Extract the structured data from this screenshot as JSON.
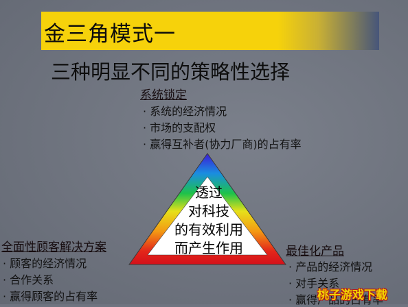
{
  "title": "金三角模式一",
  "subtitle": "三种明显不同的策略性选择",
  "top": {
    "heading": "系统锁定",
    "bullets": [
      "· 系统的经济情况",
      "· 市场的支配权",
      "· 赢得互补者(协力厂商)的占有率"
    ]
  },
  "left": {
    "heading": "全面性顾客解决方案",
    "bullets": [
      "· 顾客的经济情况",
      "· 合作关系",
      "· 赢得顾客的占有率"
    ]
  },
  "right": {
    "heading": "最佳化产品",
    "bullets": [
      "· 产品的经济情况",
      "· 对手关系",
      "· 赢得产品的占有率"
    ]
  },
  "center_lines": [
    "透过",
    "对科技",
    "的有效利用",
    "而产生作用"
  ],
  "watermark": "桃子游戏下载",
  "colors": {
    "title_band": "#f6d20b",
    "background": "#6f7480"
  }
}
